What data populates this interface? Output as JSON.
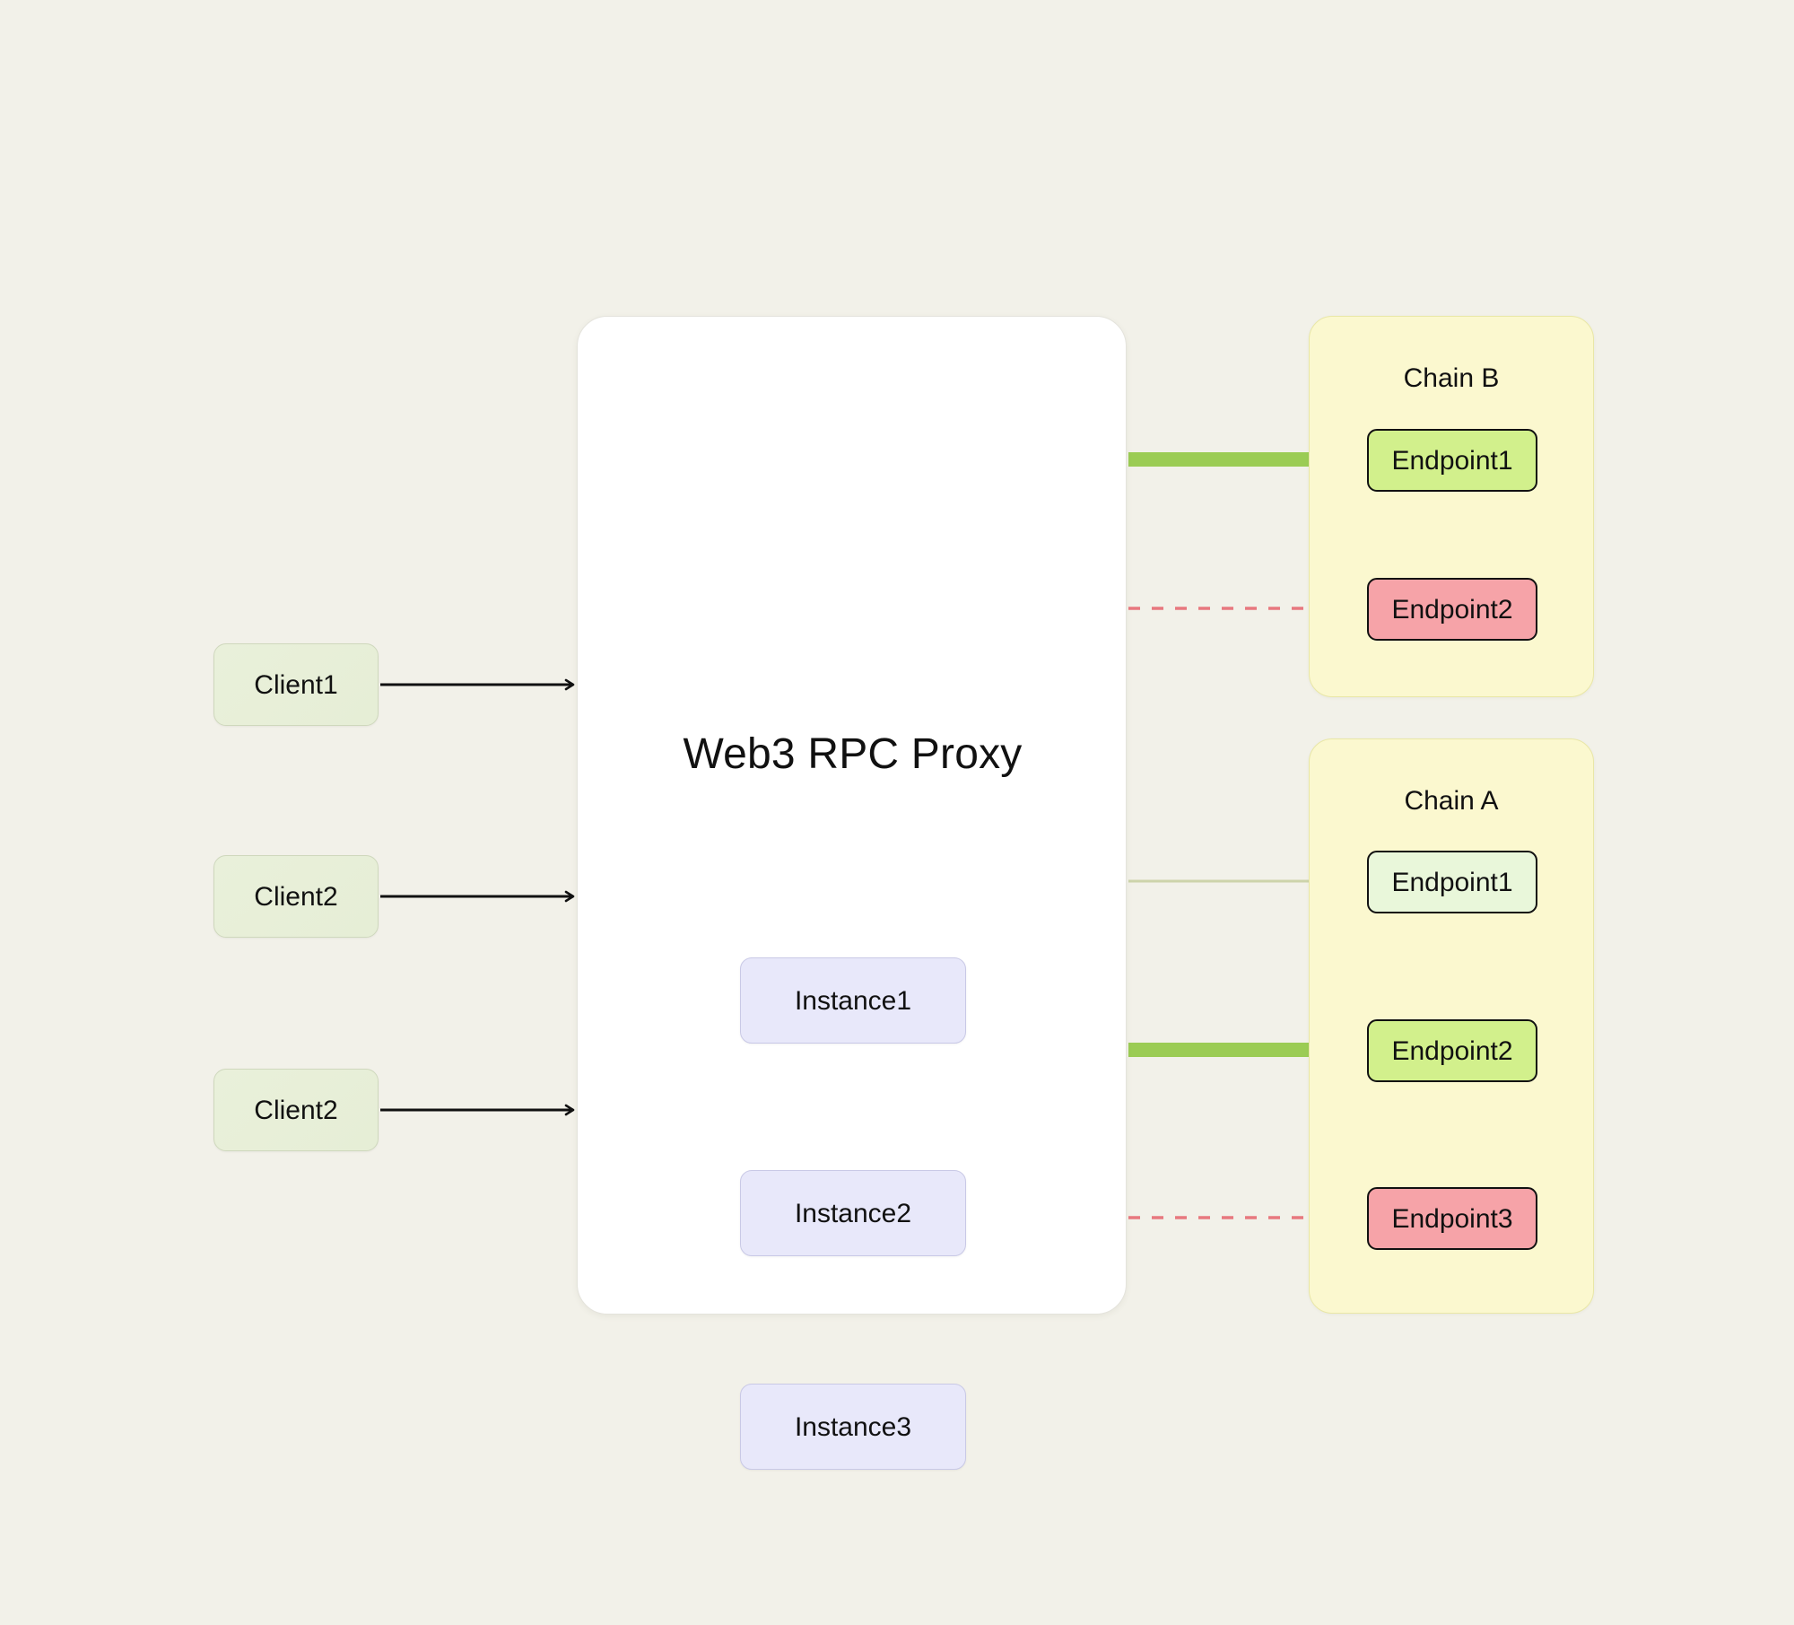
{
  "diagram": {
    "title": "Web3 RPC Proxy",
    "background_color": "#f2f1e9",
    "type": "architecture-flow"
  },
  "clients": [
    {
      "label": "Client1"
    },
    {
      "label": "Client2"
    },
    {
      "label": "Client2"
    }
  ],
  "proxy": {
    "title": "Web3 RPC Proxy",
    "instances": [
      {
        "label": "Instance1"
      },
      {
        "label": "Instance2"
      },
      {
        "label": "Instance3"
      }
    ]
  },
  "chains": [
    {
      "title": "Chain B",
      "endpoints": [
        {
          "label": "Endpoint1",
          "state": "healthy",
          "color": "#d2f08c"
        },
        {
          "label": "Endpoint2",
          "state": "down",
          "color": "#f6a3a8"
        }
      ]
    },
    {
      "title": "Chain A",
      "endpoints": [
        {
          "label": "Endpoint1",
          "state": "idle",
          "color": "#e9f7da"
        },
        {
          "label": "Endpoint2",
          "state": "healthy",
          "color": "#d2f08c"
        },
        {
          "label": "Endpoint3",
          "state": "down",
          "color": "#f6a3a8"
        }
      ]
    }
  ],
  "edges": [
    {
      "from": "Client1",
      "to": "Web3 RPC Proxy",
      "style": "solid-thin",
      "color": "#111111"
    },
    {
      "from": "Client2",
      "to": "Web3 RPC Proxy",
      "style": "solid-thin",
      "color": "#111111"
    },
    {
      "from": "Client2",
      "to": "Web3 RPC Proxy",
      "style": "solid-thin",
      "color": "#111111"
    },
    {
      "from": "Web3 RPC Proxy",
      "to": "Chain B / Endpoint1",
      "style": "solid-thick",
      "color": "#9bcc54"
    },
    {
      "from": "Web3 RPC Proxy",
      "to": "Chain B / Endpoint2",
      "style": "dashed",
      "color": "#e8787f"
    },
    {
      "from": "Web3 RPC Proxy",
      "to": "Chain A / Endpoint1",
      "style": "solid-faint",
      "color": "#cdd4aa"
    },
    {
      "from": "Web3 RPC Proxy",
      "to": "Chain A / Endpoint2",
      "style": "solid-thick",
      "color": "#9bcc54"
    },
    {
      "from": "Web3 RPC Proxy",
      "to": "Chain A / Endpoint3",
      "style": "dashed",
      "color": "#e8787f"
    }
  ]
}
